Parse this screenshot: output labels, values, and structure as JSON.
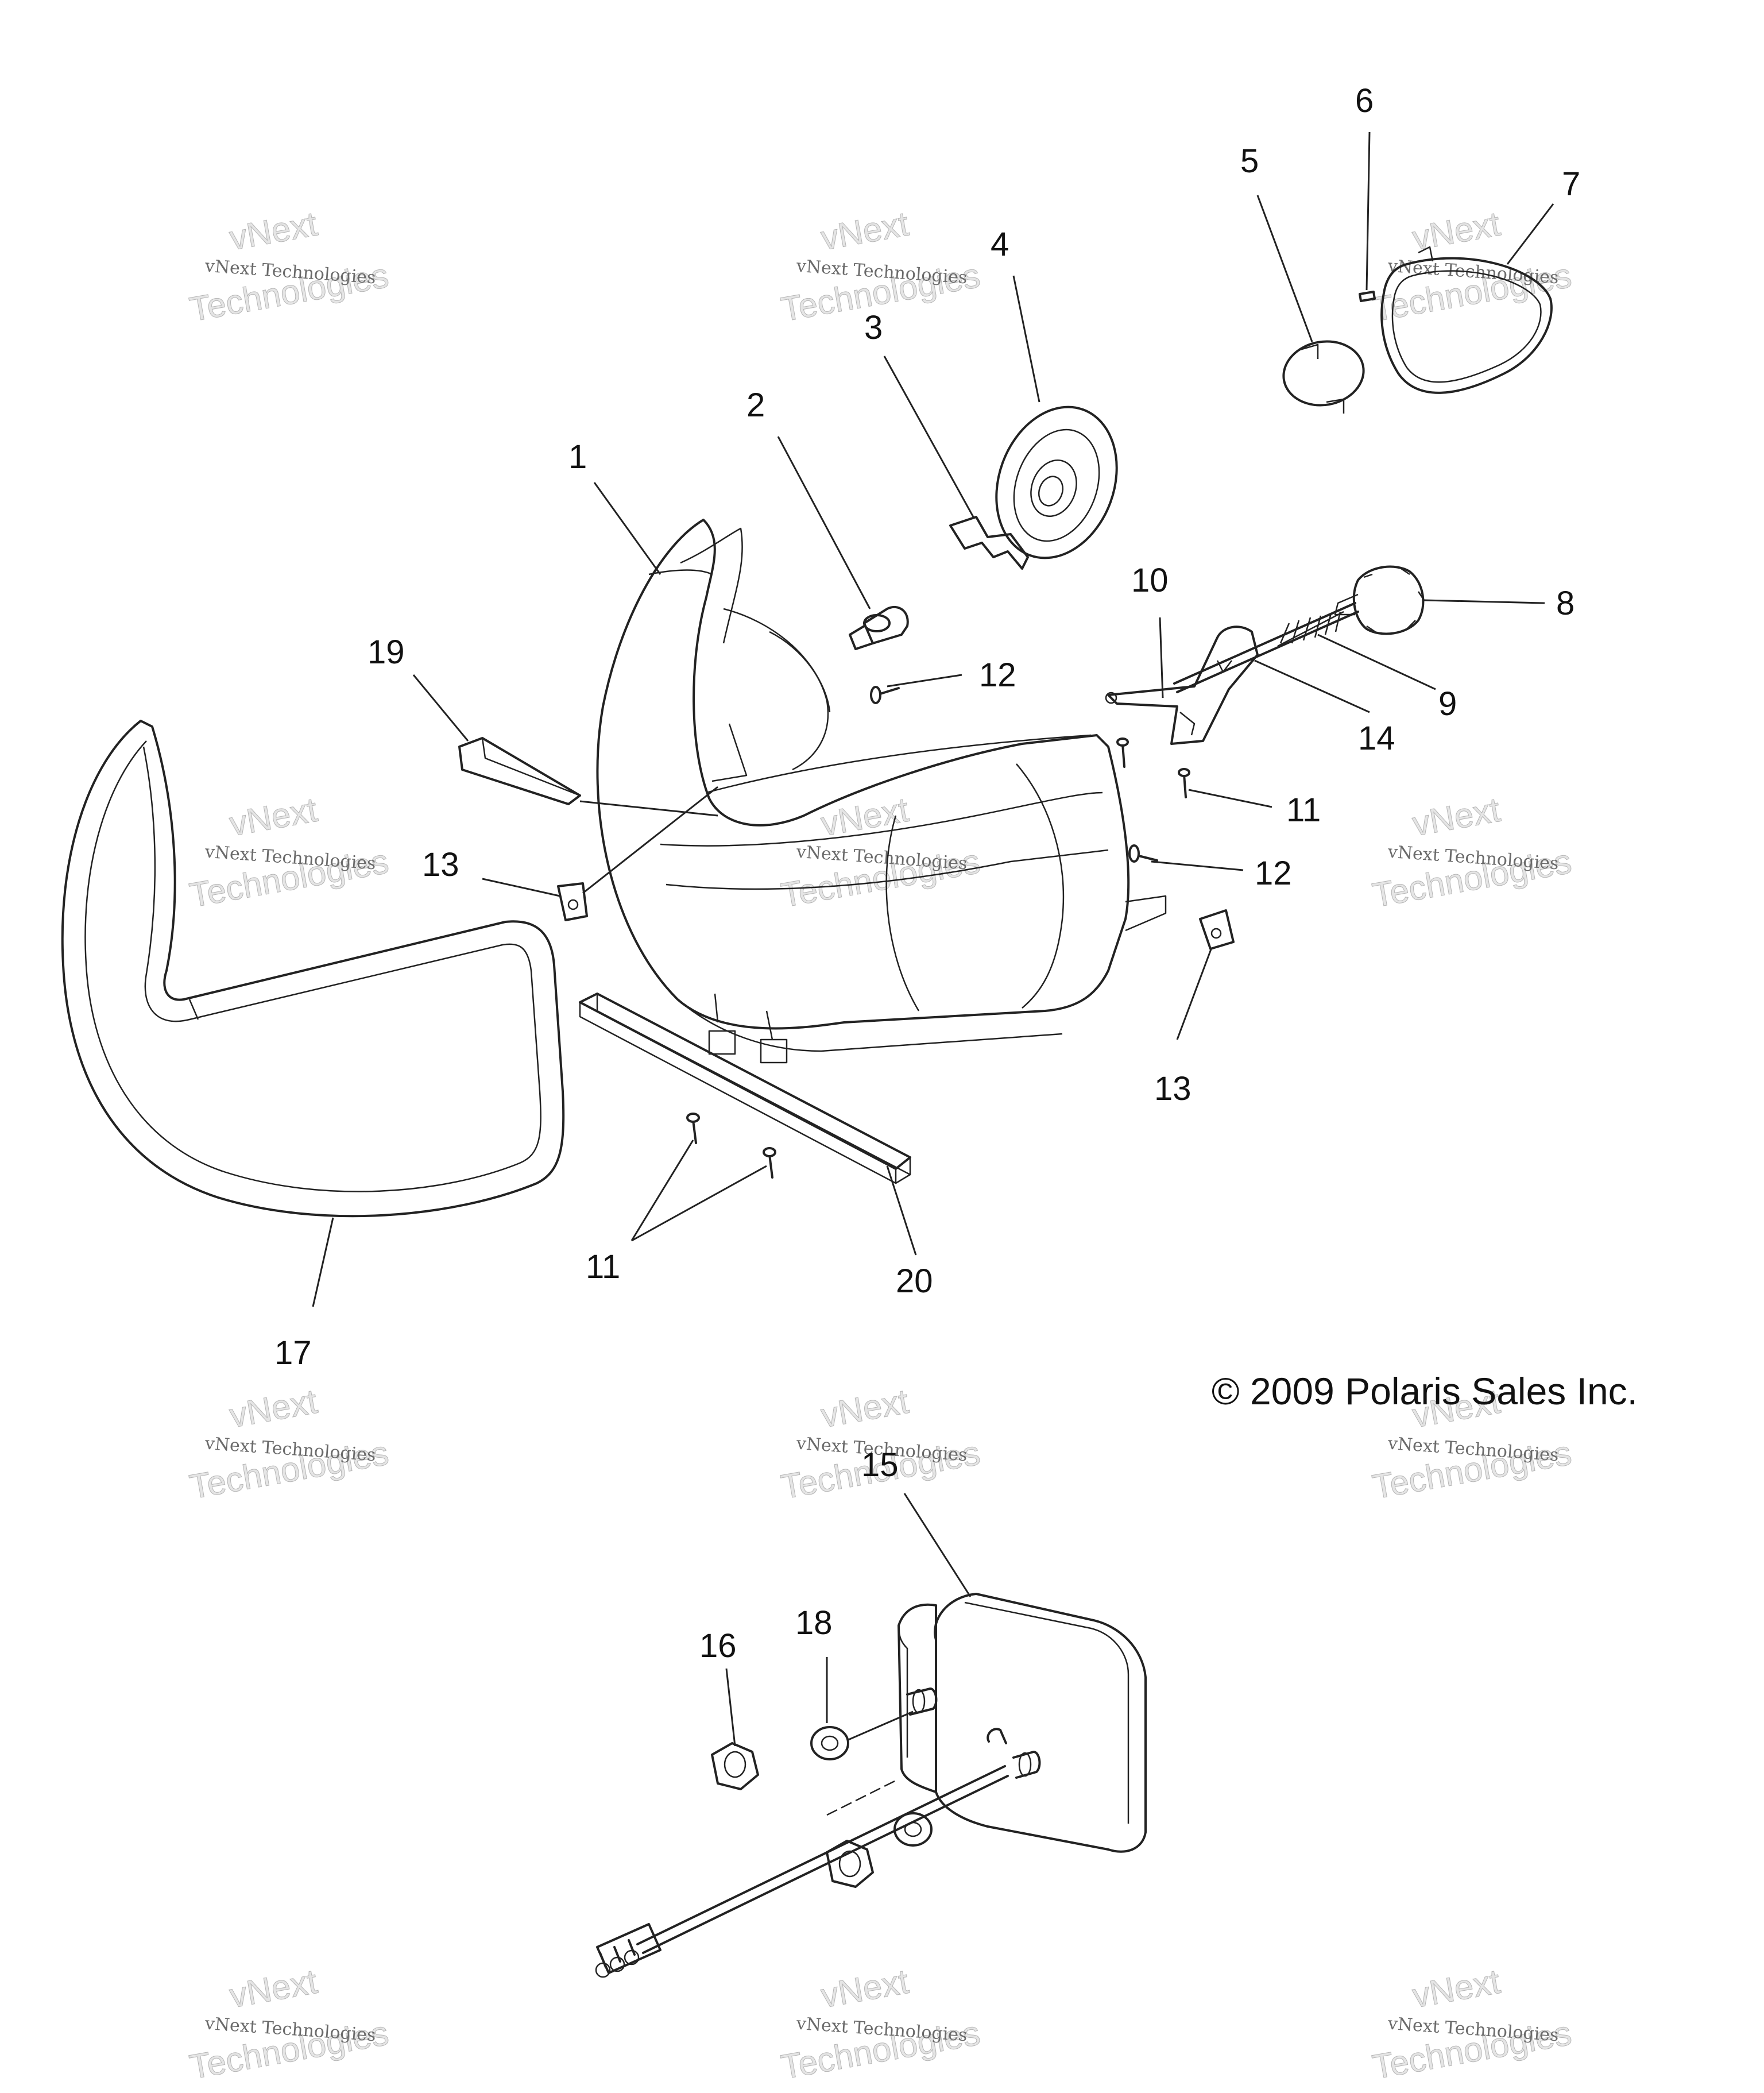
{
  "callouts": [
    {
      "id": "1",
      "text": "1"
    },
    {
      "id": "2",
      "text": "2"
    },
    {
      "id": "3",
      "text": "3"
    },
    {
      "id": "4",
      "text": "4"
    },
    {
      "id": "5",
      "text": "5"
    },
    {
      "id": "6",
      "text": "6"
    },
    {
      "id": "7",
      "text": "7"
    },
    {
      "id": "8",
      "text": "8"
    },
    {
      "id": "9",
      "text": "9"
    },
    {
      "id": "10",
      "text": "10"
    },
    {
      "id": "11a",
      "text": "11"
    },
    {
      "id": "11b",
      "text": "11"
    },
    {
      "id": "12a",
      "text": "12"
    },
    {
      "id": "12b",
      "text": "12"
    },
    {
      "id": "13a",
      "text": "13"
    },
    {
      "id": "13b",
      "text": "13"
    },
    {
      "id": "14",
      "text": "14"
    },
    {
      "id": "15",
      "text": "15"
    },
    {
      "id": "16",
      "text": "16"
    },
    {
      "id": "17",
      "text": "17"
    },
    {
      "id": "18",
      "text": "18"
    },
    {
      "id": "19",
      "text": "19"
    },
    {
      "id": "20",
      "text": "20"
    }
  ],
  "copyright": "© 2009 Polaris Sales Inc.",
  "watermark": {
    "line1": "vNext Technologies",
    "line2": "vNext",
    "line3": "Technologies"
  }
}
